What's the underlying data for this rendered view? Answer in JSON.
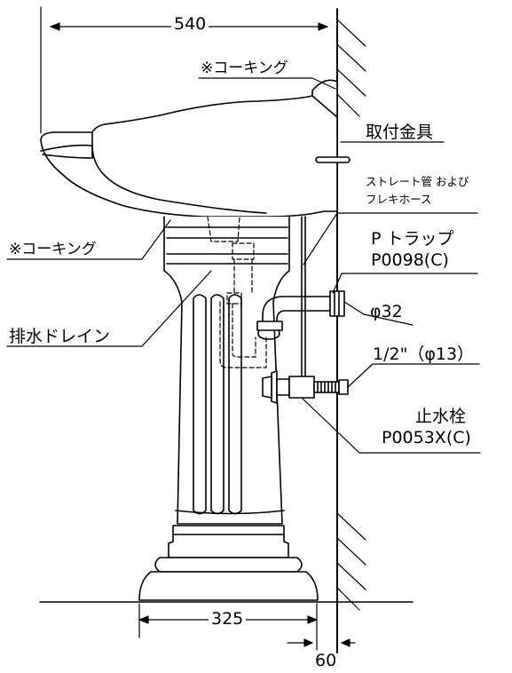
{
  "dimensions": {
    "overall_width": "540",
    "base_width": "325",
    "wall_offset": "60"
  },
  "labels": {
    "caulking_top": "※コーキング",
    "mounting_bracket": "取付金具",
    "pipe_note_line1": "ストレート管 および",
    "pipe_note_line2": "フレキホース",
    "p_trap_name": "P トラップ",
    "p_trap_code": "P0098(C)",
    "caulking_bottom": "※コーキング",
    "pipe_diameter": "φ32",
    "drain": "排水ドレイン",
    "valve_size": "1/2\"（φ13）",
    "stop_valve_name": "止水栓",
    "stop_valve_code": "P0053X(C)"
  }
}
